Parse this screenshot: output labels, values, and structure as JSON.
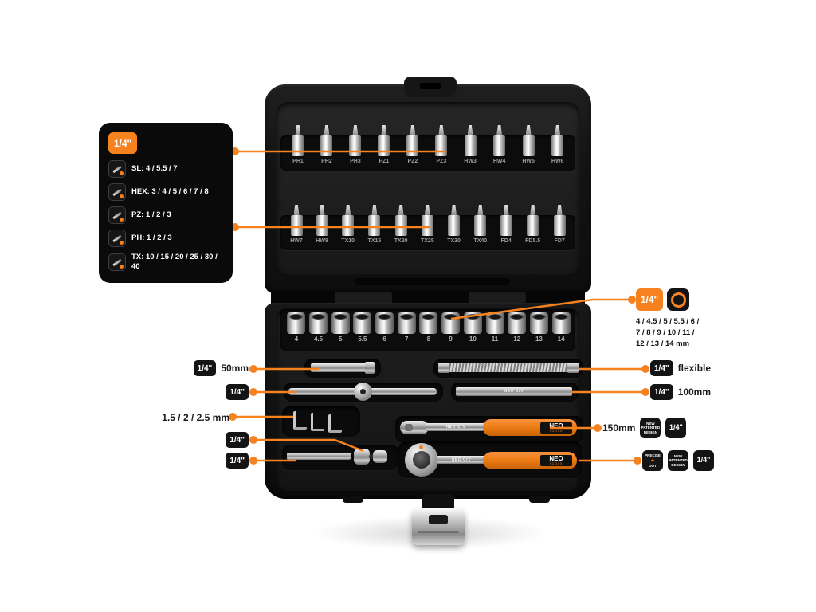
{
  "accent_color": "#f5821f",
  "spec_panel": {
    "size_badge": "1/4\"",
    "rows": [
      {
        "icon": "slotted-bit-icon",
        "label": "SL: 4 / 5.5 / 7"
      },
      {
        "icon": "hex-bit-icon",
        "label": "HEX: 3 / 4 / 5 / 6 / 7 / 8"
      },
      {
        "icon": "pozidriv-bit-icon",
        "label": "PZ: 1 / 2 / 3"
      },
      {
        "icon": "phillips-bit-icon",
        "label": "PH: 1 / 2 / 3"
      },
      {
        "icon": "torx-bit-icon",
        "label": "TX: 10 / 15 / 20 / 25 / 30 / 40"
      }
    ]
  },
  "socket_callout": {
    "size_badge": "1/4\"",
    "icon": "socket-ring-icon",
    "sizes": "4 / 4.5 / 5 / 5.5 / 6 /\n7 / 8 / 9 / 10 / 11 /\n12 / 13 / 14 mm"
  },
  "left_callouts": {
    "ext50": {
      "badge": "1/4\"",
      "label": "50mm"
    },
    "tbar": {
      "badge": "1/4\""
    },
    "hexkeys": {
      "label": "1.5 / 2 / 2.5 mm"
    },
    "joint": {
      "badge": "1/4\""
    },
    "spinner": {
      "badge": "1/4\""
    }
  },
  "right_callouts": {
    "flexible": {
      "badge": "1/4\"",
      "label": "flexible"
    },
    "ext100": {
      "badge": "1/4\"",
      "label": "100mm"
    },
    "ratchet150": {
      "label": "150mm",
      "patent_badge": "NEW PATENTED DESIGN",
      "size_badge": "1/4\""
    },
    "ratchet": {
      "precise_line1": "PRECISE",
      "precise_line2": "DOT",
      "patent_badge": "NEW PATENTED DESIGN",
      "size_badge": "1/4\""
    }
  },
  "case": {
    "bits_row1": [
      "PH1",
      "PH2",
      "PH3",
      "PZ1",
      "PZ2",
      "PZ3",
      "HW3",
      "HW4",
      "HW5",
      "HW6"
    ],
    "bits_row2": [
      "HW7",
      "HW8",
      "TX10",
      "TX15",
      "TX20",
      "TX25",
      "TX30",
      "TX40",
      "FD4",
      "FD5.5",
      "FD7"
    ],
    "sockets": [
      "4",
      "4.5",
      "5",
      "5.5",
      "6",
      "7",
      "8",
      "9",
      "10",
      "11",
      "12",
      "13",
      "14"
    ],
    "brand": "NEO",
    "brand_sub": "TOOLS",
    "shaft_print": "NEO CrV"
  }
}
